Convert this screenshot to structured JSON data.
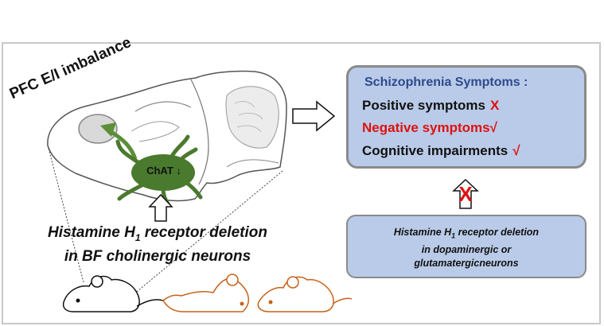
{
  "brain": {
    "pfc_label": "PFC E/I imbalance",
    "chat_label": "ChAT",
    "chat_arrow": "↓"
  },
  "deletion_caption": {
    "line1_pre": "Histamine H",
    "line1_sub": "1",
    "line1_post": " receptor deletion",
    "line2": "in BF cholinergic neurons"
  },
  "symptoms": {
    "title": "Schizophrenia Symptoms :",
    "positive_label": "Positive symptoms",
    "positive_mark": "X",
    "negative_label": "Negative symptoms",
    "negative_mark": "√",
    "cognitive_label": "Cognitive impairments",
    "cognitive_mark": "√"
  },
  "h1_box": {
    "line1_pre": "Histamine  H",
    "line1_sub": "1",
    "line1_post": " receptor deletion",
    "line2": "in dopaminergic  or",
    "line3": "glutamatergicneurons"
  },
  "blocked_mark": "X",
  "colors": {
    "box_fill": "#b9cbe8",
    "title_blue": "#2e4a8e",
    "red": "#e01010",
    "chat_green": "#4a7a2e",
    "arrow_green": "#5b8f38",
    "mouse_orange": "#c8621a",
    "pfc_gray": "#d9d9d9"
  }
}
